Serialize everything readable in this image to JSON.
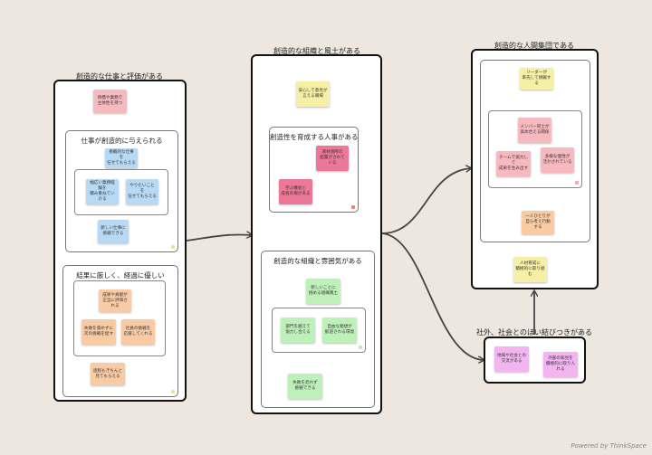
{
  "colors": {
    "background": "#ede7e0",
    "note_pink": "#f6b9bf",
    "note_blue": "#b8d9f3",
    "note_peach": "#f8cba4",
    "note_yellow": "#f6f0a6",
    "note_green": "#bff0b9",
    "note_hotpink": "#ec7898",
    "note_magenta": "#f2b5f0",
    "connector": "#444444"
  },
  "boxes": {
    "work": {
      "title": "創造的な仕事と評価がある",
      "note_top": "目標や業務で\n主体性を持つ",
      "group_creative": {
        "title": "仕事が創造的に与えられる",
        "note_top": "挑戦的な仕事を\n任せてもらえる",
        "note_left": "幅広い業務経験を\n積み重ねていける",
        "note_right": "やりたいことを\n任せてもらえる",
        "note_bottom": "新しい仕事に\n挑戦できる"
      },
      "group_eval": {
        "title": "結果に厳しく、経過に優しい",
        "note_top": "成果や貢献が\n正当に評価される",
        "note_left": "失敗を責めずに\n次の挑戦を促す",
        "note_right": "社員の挑戦を\n応援してくれる",
        "note_bottom": "過程もきちんと\n見てもらえる"
      }
    },
    "org": {
      "title": "創造的な組織と風土がある",
      "note_top": "安心して意見が\n言える職場",
      "group_hr": {
        "title": "創造性を育成する人事がある",
        "note_1": "適材適所の\n配置がされている",
        "note_2": "学ぶ機会と\n成長の場がある"
      },
      "group_climate": {
        "title": "創造的な組織と雰囲気がある",
        "note_top": "新しいことに\n挑める組織風土",
        "note_left": "部門を越えて\n協力し合える",
        "note_right": "自由な発想が\n歓迎される環境",
        "note_bottom": "失敗を恐れず\n挑戦できる"
      }
    },
    "people": {
      "title": "創造的な人間集団である",
      "note_top": "リーダーが\n率先して挑戦する",
      "group_team": {
        "note_top": "メンバー同士が\n高め合える関係",
        "note_left": "チームで協力して\n成果を生み出す",
        "note_right": "多様な個性が\n活かされている"
      },
      "note_bottom": "一人ひとりが\n自ら考え行動する",
      "note_outer": "人材育成に\n積極的に取り組む"
    },
    "society": {
      "title": "社外、社会とのほい結びつきがある",
      "note_left": "地域や社会との\n交流がある",
      "note_right": "外部の知見を\n積極的に取り入れる"
    }
  },
  "footer": "Powered by ThinkSpace"
}
